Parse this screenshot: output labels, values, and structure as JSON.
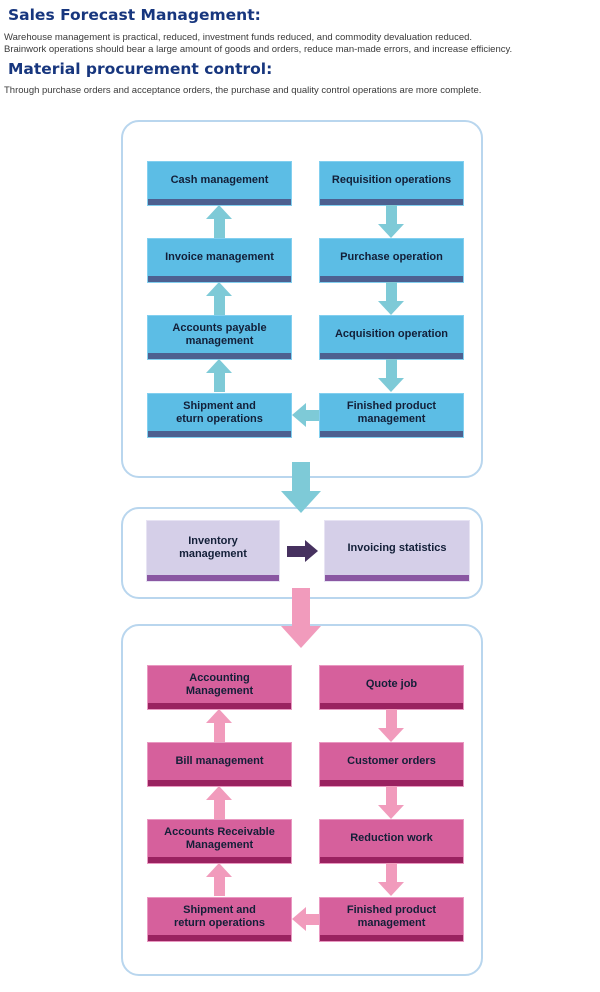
{
  "page": {
    "heading1": "Sales Forecast Management:",
    "para1_line1": "Warehouse management is practical, reduced, investment funds reduced, and commodity devaluation reduced.",
    "para1_line2": "Brainwork operations should bear a large amount of goods and orders, reduce man-made errors, and increase efficiency.",
    "heading2": "Material procurement control:",
    "para2": "Through purchase orders and acceptance orders, the purchase and quality control operations are more complete."
  },
  "colors": {
    "heading": "#17367e",
    "body_text": "#3a3a3a",
    "panel_border": "#b9d6ee",
    "blue_box_fill": "#5cbde5",
    "blue_box_strip": "#4d6090",
    "teal_arrow": "#7ecad7",
    "lavender_box_fill": "#d5cfe8",
    "lavender_box_strip": "#8a57a2",
    "purple_arrow": "#46315f",
    "pink_box_fill": "#d6609c",
    "pink_box_strip": "#9a2260",
    "pink_arrow": "#f19bbc"
  },
  "diagram": {
    "procurement_flow": {
      "boxes": [
        {
          "id": "cash-management",
          "lines": [
            "Cash management"
          ]
        },
        {
          "id": "requisition-operations",
          "lines": [
            "Requisition operations"
          ]
        },
        {
          "id": "invoice-management",
          "lines": [
            "Invoice management"
          ]
        },
        {
          "id": "purchase-operation",
          "lines": [
            "Purchase operation"
          ]
        },
        {
          "id": "accounts-payable-management",
          "lines": [
            "Accounts payable",
            "management"
          ]
        },
        {
          "id": "acquisition-operation",
          "lines": [
            "Acquisition operation"
          ]
        },
        {
          "id": "shipment-return-operations",
          "lines": [
            "Shipment and",
            "eturn operations"
          ]
        },
        {
          "id": "finished-product-management",
          "lines": [
            "Finished product",
            "management"
          ]
        }
      ]
    },
    "inventory_flow": {
      "boxes": [
        {
          "id": "inventory-management",
          "lines": [
            "Inventory",
            "management"
          ]
        },
        {
          "id": "invoicing-statistics",
          "lines": [
            "Invoicing statistics"
          ]
        }
      ]
    },
    "sales_flow": {
      "boxes": [
        {
          "id": "accounting-management",
          "lines": [
            "Accounting",
            "Management"
          ]
        },
        {
          "id": "quote-job",
          "lines": [
            "Quote job"
          ]
        },
        {
          "id": "bill-management",
          "lines": [
            "Bill management"
          ]
        },
        {
          "id": "customer-orders",
          "lines": [
            "Customer orders"
          ]
        },
        {
          "id": "accounts-receivable-management",
          "lines": [
            "Accounts Receivable",
            "Management"
          ]
        },
        {
          "id": "reduction-work",
          "lines": [
            "Reduction work"
          ]
        },
        {
          "id": "shipment-return-operations-2",
          "lines": [
            "Shipment and",
            "return operations"
          ]
        },
        {
          "id": "finished-product-management-2",
          "lines": [
            "Finished product",
            "management"
          ]
        }
      ]
    }
  }
}
